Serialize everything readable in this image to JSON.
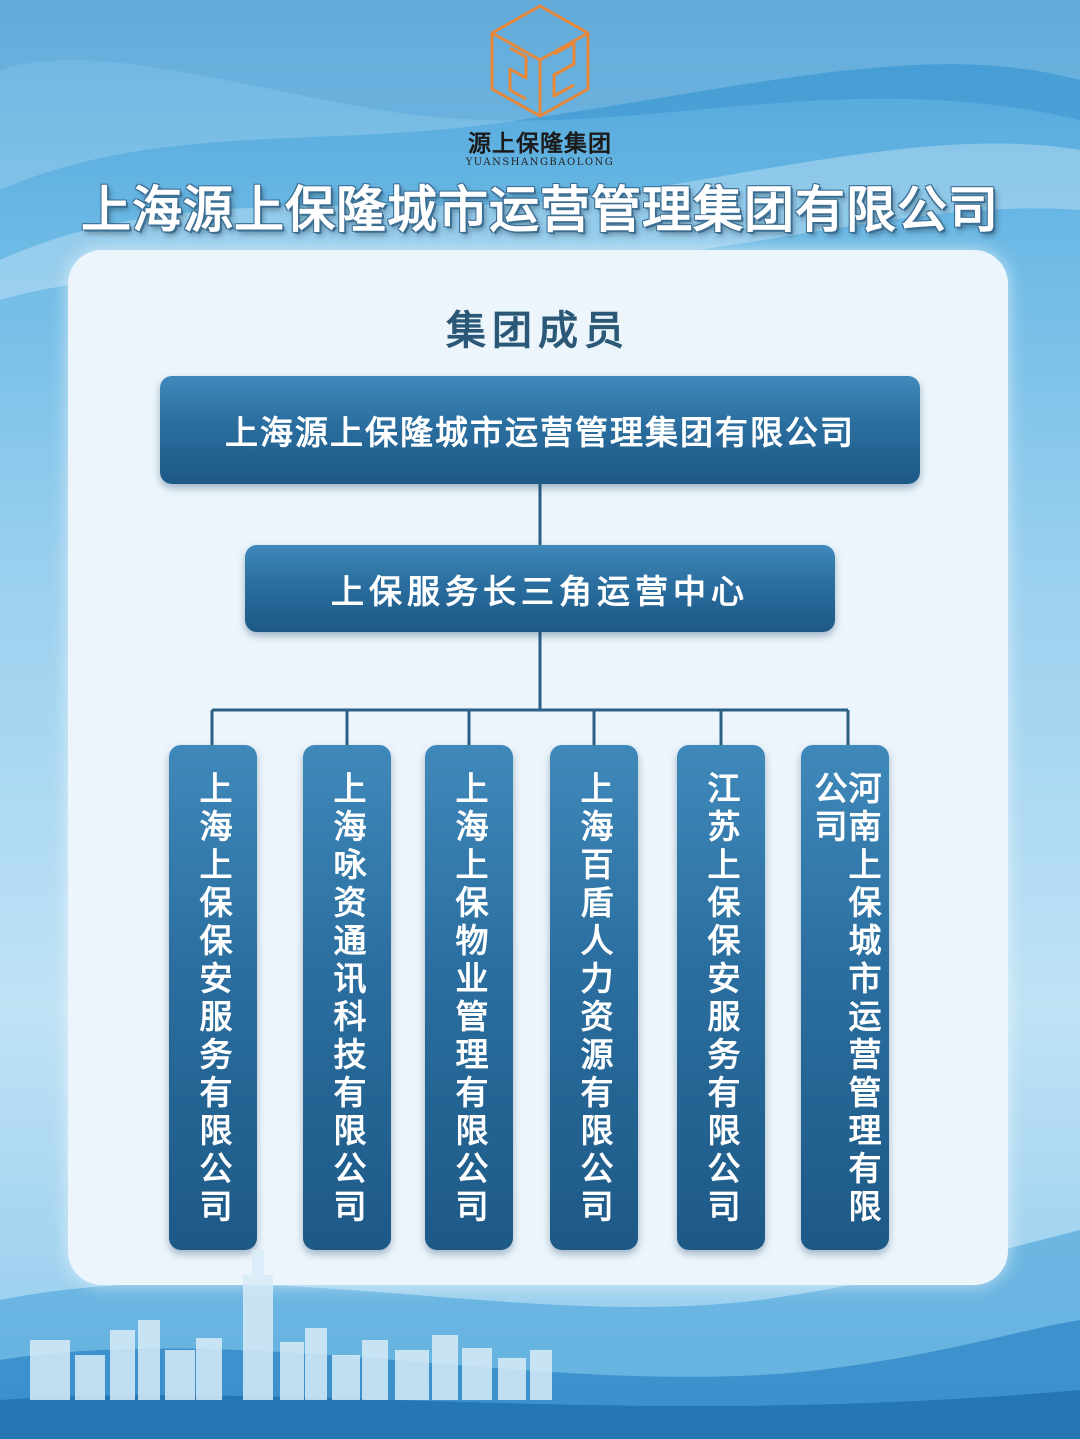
{
  "brand": {
    "name": "源上保隆集团",
    "subtitle": "YUANSHANGBAOLONG"
  },
  "main_title": "上海源上保隆城市运营管理集团有限公司",
  "panel": {
    "title": "集团成员"
  },
  "org": {
    "root": "上海源上保隆城市运营管理集团有限公司",
    "center": "上保服务长三角运营中心",
    "members": [
      "上海上保保安服务有限公司",
      "上海咏资通讯科技有限公司",
      "上海上保物业管理有限公司",
      "上海百盾人力资源有限公司",
      "江苏上保保安服务有限公司",
      "河南上保城市运营管理有限公司"
    ]
  },
  "colors": {
    "box_top": "#3f89ba",
    "box_bottom": "#1d5986",
    "panel_bg": "#ecf5fb",
    "logo_orange": "#e7873a",
    "connector": "#2a5f86"
  }
}
